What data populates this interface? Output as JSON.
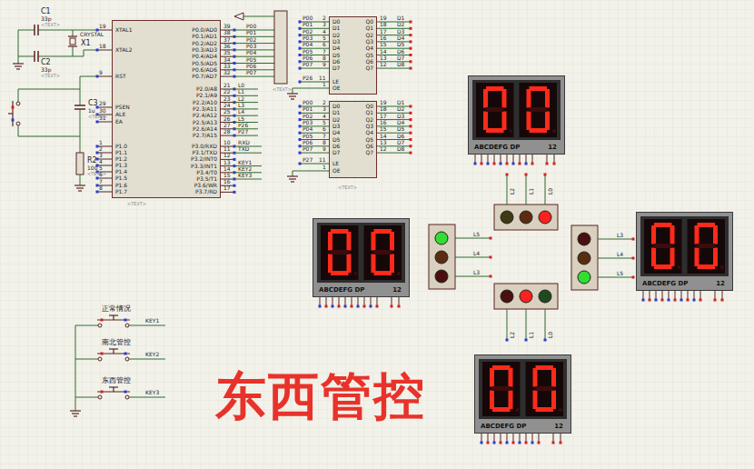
{
  "diagram": {
    "nodes": [
      {
        "text": [
          "XTAL1",
          "XTAL2",
          "RST",
          "PSEN",
          "ALE",
          "EA",
          "P1.0",
          "P1.1",
          "P1.2",
          "P1.3",
          "P1.4",
          "P1.5",
          "P1.6",
          "P1.7",
          "P0.0/AD0",
          "P0.1/AD1",
          "P0.2/AD2",
          "P0.3/AD3",
          "P0.4/AD4",
          "P0.5/AD5",
          "P0.6/AD6",
          "P0.7/AD7",
          "P2.0/A8",
          "P2.1/A9",
          "P2.2/A10",
          "P2.3/A11",
          "P2.4/A12",
          "P2.5/A13",
          "P2.6/A14",
          "P2.7/A15",
          "P3.0/RXD",
          "P3.1/TXD",
          "P3.2/INT0",
          "P3.3/INT1",
          "P3.4/T0",
          "P3.5/T1",
          "P3.6/WR",
          "P3.7/RD"
        ]
      },
      {
        "text": [
          "D0",
          "D1",
          "D2",
          "D3",
          "D4",
          "D5",
          "D6",
          "D7",
          "LE",
          "OE",
          "Q0",
          "Q1",
          "Q2",
          "Q3",
          "Q4",
          "Q5",
          "Q6",
          "Q7"
        ]
      },
      {
        "text": [
          "D0",
          "D1",
          "D2",
          "D3",
          "D4",
          "D5",
          "D6",
          "D7",
          "LE",
          "OE",
          "Q0",
          "Q1",
          "Q2",
          "Q3",
          "Q4",
          "Q5",
          "Q6",
          "Q7"
        ]
      },
      {
        "text": [
          "ABCDEFG DP",
          "12"
        ]
      },
      {
        "text": [
          "ABCDEFG DP",
          "12"
        ]
      },
      {
        "text": [
          "ABCDEFG DP",
          "12"
        ]
      },
      {
        "text": [
          "ABCDEFG DP",
          "12"
        ]
      }
    ],
    "labels": [
      "C1",
      "33p",
      "<TEXT>",
      "X1",
      "CRYSTAL",
      "C2",
      "33p",
      "<TEXT>",
      "C3",
      "1u",
      "<TEXT>",
      "R2",
      "100",
      "<TEXT>",
      "19",
      "18",
      "9",
      "29",
      "30",
      "31",
      "1",
      "2",
      "3",
      "4",
      "5",
      "6",
      "7",
      "8",
      "39",
      "38",
      "37",
      "36",
      "35",
      "34",
      "33",
      "32",
      "21",
      "22",
      "23",
      "24",
      "25",
      "26",
      "27",
      "28",
      "10",
      "11",
      "12",
      "13",
      "14",
      "15",
      "16",
      "17",
      "<TEXT>",
      "P00",
      "P01",
      "P02",
      "P03",
      "P04",
      "P05",
      "P06",
      "P07",
      "L0",
      "L1",
      "L2",
      "L3",
      "L4",
      "L5",
      "P26",
      "P27",
      "RXD",
      "TXD",
      "KEY1",
      "KEY2",
      "KEY3",
      "<TEXT>",
      "P00",
      "P01",
      "P02",
      "P03",
      "P04",
      "P05",
      "P06",
      "P07",
      "P26",
      "2",
      "3",
      "4",
      "5",
      "6",
      "7",
      "8",
      "9",
      "11",
      "1",
      "19",
      "18",
      "17",
      "16",
      "15",
      "14",
      "13",
      "12",
      "D1",
      "D2",
      "D3",
      "D4",
      "D5",
      "D6",
      "D7",
      "D8",
      "P00",
      "P01",
      "P02",
      "P03",
      "P04",
      "P05",
      "P06",
      "P07",
      "P27",
      "2",
      "3",
      "4",
      "5",
      "6",
      "7",
      "8",
      "9",
      "11",
      "1",
      "19",
      "18",
      "17",
      "16",
      "15",
      "14",
      "13",
      "12",
      "D1",
      "D2",
      "D3",
      "D4",
      "D5",
      "D6",
      "D7",
      "D8",
      "<TEXT>",
      "L5",
      "L4",
      "L3",
      "L3",
      "L4",
      "L5",
      "L2",
      "L1",
      "L0",
      "L2",
      "L1",
      "L0",
      "正常情况",
      "KEY1",
      "南北管控",
      "KEY2",
      "东西管控",
      "KEY3",
      "东西管控"
    ]
  }
}
